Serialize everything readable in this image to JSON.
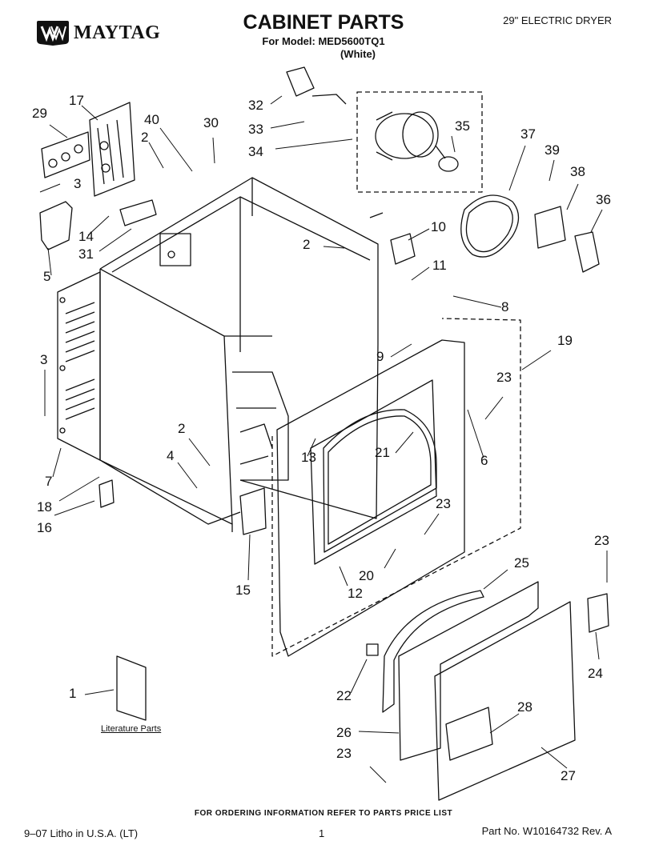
{
  "header": {
    "brand": "MAYTAG",
    "title": "CABINET PARTS",
    "model_line": "For Model: MED5600TQ1",
    "color_line": "(White)",
    "product": "29\" ELECTRIC DRYER"
  },
  "footer": {
    "ordering_note": "FOR ORDERING INFORMATION REFER TO PARTS PRICE LIST",
    "litho": "9–07 Litho in U.S.A. (LT)",
    "page_number": "1",
    "part_number": "Part No. W10164732 Rev. A"
  },
  "literature_label": "Literature Parts",
  "callouts": [
    "1",
    "2",
    "2",
    "2",
    "2",
    "3",
    "3",
    "4",
    "5",
    "6",
    "7",
    "8",
    "9",
    "10",
    "11",
    "12",
    "13",
    "14",
    "15",
    "16",
    "17",
    "18",
    "19",
    "20",
    "21",
    "22",
    "23",
    "23",
    "23",
    "23",
    "23",
    "24",
    "25",
    "26",
    "27",
    "28",
    "29",
    "30",
    "31",
    "32",
    "33",
    "34",
    "35",
    "36",
    "37",
    "38",
    "39",
    "40"
  ],
  "colors": {
    "ink": "#111111",
    "paper": "#ffffff"
  }
}
